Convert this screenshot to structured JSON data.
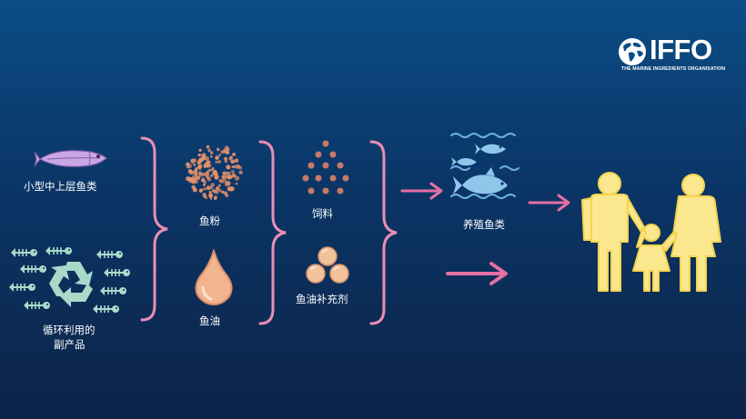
{
  "logo": {
    "name": "IFFO",
    "tagline": "THE MARINE INGREDIENTS ORGANISATION"
  },
  "sources": {
    "small_fish": "小型中上层鱼类",
    "byproducts_line1": "循环利用的",
    "byproducts_line2": "副产品"
  },
  "ingredients": {
    "fishmeal": "鱼粉",
    "fish_oil": "鱼油"
  },
  "products": {
    "feed": "饲料",
    "supplements": "鱼油补充剂"
  },
  "outcomes": {
    "farmed_fish": "养殖鱼类"
  },
  "colors": {
    "bracket": "#e98fb2",
    "arrow": "#e56fa3",
    "small_fish": "#c9a7e4",
    "recycle": "#a9d9c9",
    "fishmeal_dots": "#e7926b",
    "oil_drop": "#f2b48f",
    "feed_dots": "#c77a66",
    "supplement": "#f2c29c",
    "water_fish": "#8fc7ea",
    "family": "#fbe78e"
  },
  "icons": [
    "globe-icon",
    "small-fish-icon",
    "recycle-icon",
    "fishbone-icon",
    "fishmeal-icon",
    "oil-drop-icon",
    "feed-pellets-icon",
    "supplement-capsules-icon",
    "farmed-fish-icon",
    "family-icon"
  ]
}
